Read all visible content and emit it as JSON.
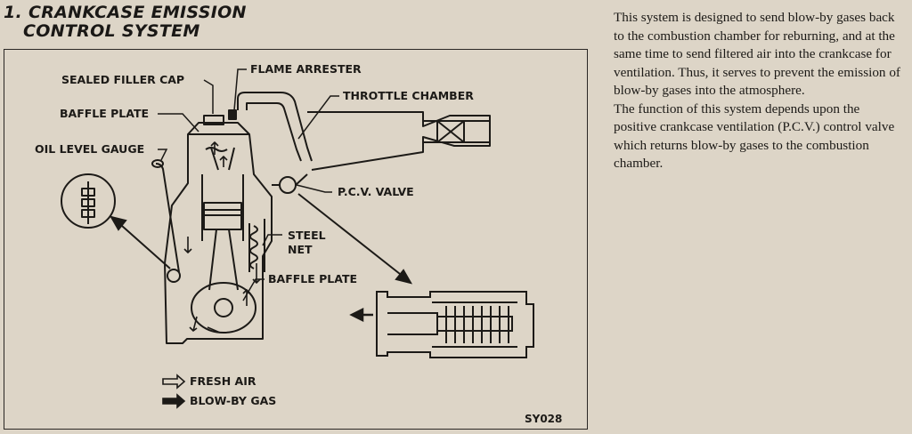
{
  "heading": {
    "line1": "1. CRANKCASE EMISSION",
    "line2": "CONTROL SYSTEM"
  },
  "figure": {
    "labels": {
      "sealed_filler_cap": "SEALED FILLER CAP",
      "flame_arrester": "FLAME ARRESTER",
      "throttle_chamber": "THROTTLE CHAMBER",
      "baffle_plate_upper": "BAFFLE PLATE",
      "oil_level_gauge": "OIL LEVEL GAUGE",
      "pcv_valve": "P.C.V. VALVE",
      "steel_net_line1": "STEEL",
      "steel_net_line2": "NET",
      "baffle_plate_lower": "BAFFLE PLATE"
    },
    "legend": {
      "fresh_air": "FRESH AIR",
      "blowby_gas": "BLOW-BY GAS"
    },
    "code": "SY028"
  },
  "body": {
    "paragraph1": "This system is designed to send blow-by gases back to the combustion chamber for reburning, and at the same time to send filtered air into the crankcase for ventilation. Thus, it serves to prevent the emission of blow-by gases into the atmosphere.",
    "paragraph2": "The function of this system depends upon the positive crankcase ventilation (P.C.V.) control valve which returns blow-by gases to the combustion chamber."
  }
}
